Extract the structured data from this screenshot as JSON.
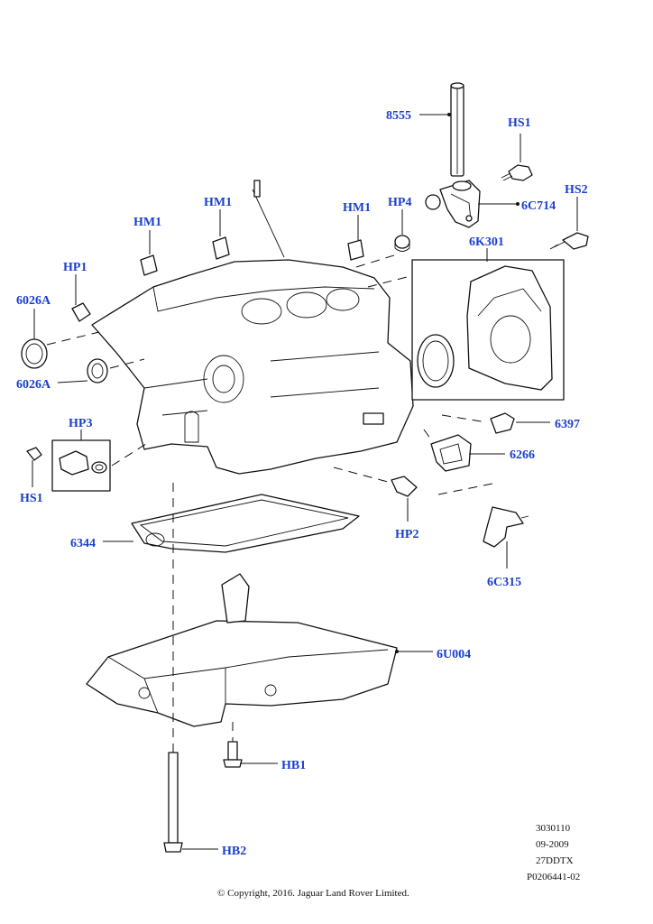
{
  "callouts": {
    "c8555": "8555",
    "hs1_top": "HS1",
    "c6C714": "6C714",
    "hs2": "HS2",
    "hm1_a": "HM1",
    "hm1_b": "HM1",
    "hm1_c": "HM1",
    "hp4": "HP4",
    "c6K301": "6K301",
    "hp1": "HP1",
    "c6026A_a": "6026A",
    "c6026A_b": "6026A",
    "hp3": "HP3",
    "hs1_left": "HS1",
    "c6397": "6397",
    "c6266": "6266",
    "hp2": "HP2",
    "c6C315": "6C315",
    "c6344": "6344",
    "c6U004": "6U004",
    "hb1": "HB1",
    "hb2": "HB2"
  },
  "meta": {
    "ref1": "3030110",
    "ref2": "09-2009",
    "ref3": "27DDTX",
    "ref4": "P0206441-02"
  },
  "copyright": "© Copyright, 2016. Jaguar Land Rover Limited.",
  "colors": {
    "callout": "#1a3fd0",
    "line": "#111111"
  }
}
